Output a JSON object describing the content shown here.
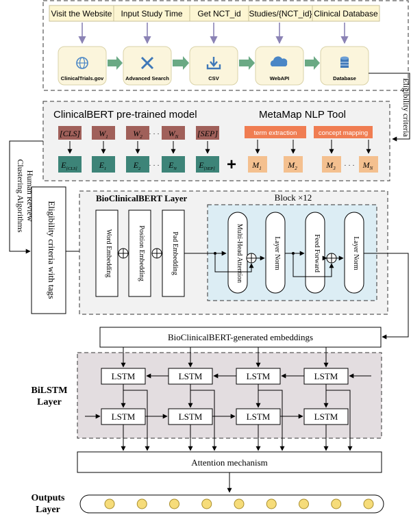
{
  "pipeline": {
    "steps": [
      "Visit the Website",
      "Input Study Time",
      "Get NCT_id",
      "Studies/{NCT_id}",
      "Clinical Database"
    ],
    "tiles": [
      {
        "label": "ClinicalTrials.gov",
        "icon": "globe-icon"
      },
      {
        "label": "Advanced Search",
        "icon": "tools-icon"
      },
      {
        "label": "CSV",
        "icon": "download-icon"
      },
      {
        "label": "WebAPI",
        "icon": "cloud-icon"
      },
      {
        "label": "Database",
        "icon": "database-icon"
      }
    ],
    "side_label": "Eligibility criteria"
  },
  "preprocess": {
    "clinicalbert_title": "ClinicalBERT pre-trained model",
    "metamap_title": "MetaMap NLP Tool",
    "tokens": [
      "[CLS]",
      "W",
      "W",
      "W",
      "[SEP]"
    ],
    "token_subs": [
      "",
      "1",
      "2",
      "N",
      ""
    ],
    "embeds": [
      "E",
      "E",
      "E",
      "E",
      "E"
    ],
    "embed_subs": [
      "[CLS]",
      "1",
      "2",
      "N",
      "[SEP]"
    ],
    "dots": "· · ·",
    "plus": "+",
    "term_extraction": "term extraction",
    "concept_mapping": "concept mapping",
    "m_labels": [
      "M",
      "M",
      "M",
      "M"
    ],
    "m_subs": [
      "1",
      "2",
      "3",
      "N"
    ],
    "clustering_label": "Clustering Algorithms",
    "review_label": "Human Review"
  },
  "tagged_box_label": "Eligibility criteria with tags",
  "bert": {
    "title": "BioClinicalBERT Layer",
    "block_title": "Block ×12",
    "embeddings": [
      "Word Embedding",
      "Position Embedding",
      "Pad Embedding"
    ],
    "block_parts": [
      "Multi-Head Attention",
      "Layer Norm",
      "Feed Forward",
      "Layer Norm"
    ]
  },
  "embeddings_bar": "BioClinicalBERT-generated embeddings",
  "bilstm": {
    "label_line1": "BiLSTM",
    "label_line2": "Layer",
    "cell": "LSTM"
  },
  "attention": "Attention mechanism",
  "outputs": {
    "label_line1": "Outputs",
    "label_line2": "Layer",
    "node_count": 9
  },
  "colors": {
    "token_fill": "#a0605a",
    "embed_fill": "#3d8478",
    "metamap_fill": "#f07d52",
    "m_fill": "#f4c08f",
    "step_fill": "#fdf6d2",
    "tile_fill": "#fbf5dc",
    "pipe_arrow": "#6aa984",
    "block_fill": "#dcedf4",
    "bilstm_fill": "#e3dde0",
    "output_node": "#f6dc7a"
  }
}
